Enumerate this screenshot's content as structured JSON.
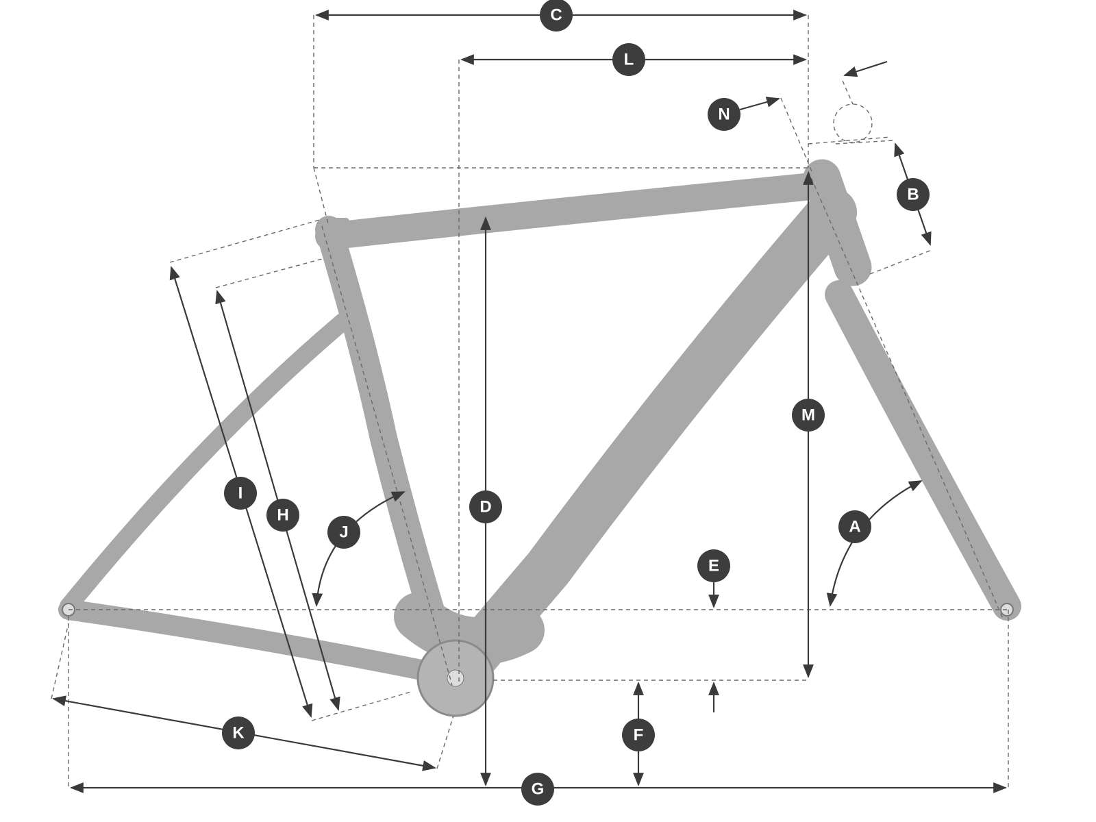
{
  "diagram": {
    "colors": {
      "frame": "#a8a8a8",
      "dimension_line": "#3a3a3a",
      "label_circle": "#3d3d3d",
      "label_text": "#ffffff"
    },
    "labels": {
      "A": "A",
      "B": "B",
      "C": "C",
      "D": "D",
      "E": "E",
      "F": "F",
      "G": "G",
      "H": "H",
      "I": "I",
      "J": "J",
      "K": "K",
      "L": "L",
      "M": "M",
      "N": "N"
    }
  }
}
